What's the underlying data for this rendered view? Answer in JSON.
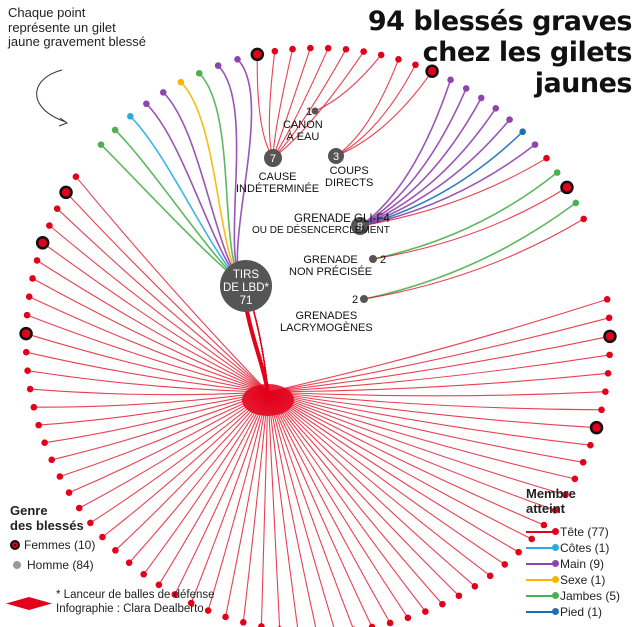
{
  "title": {
    "line1": "94 blessés graves",
    "line2": "chez les gilets",
    "line3": "jaunes"
  },
  "note": "Chaque point représente un gilet jaune gravement blessé",
  "groups": {
    "lbd": {
      "line1": "TIRS",
      "line2": "DE LBD*",
      "count": "71"
    },
    "cause_indeterminee": {
      "count": "7",
      "line1": "CAUSE",
      "line2": "INDÉTERMINÉE"
    },
    "canon_a_eau": {
      "count": "1",
      "line1": "CANON",
      "line2": "À EAU"
    },
    "coups_directs": {
      "count": "3",
      "line1": "COUPS",
      "line2": "DIRECTS"
    },
    "grenade_gli": {
      "count": "8",
      "line1": "GRENADE GLI-F4",
      "line2": "OU DE DÉSENCERCLEMENT"
    },
    "grenade_non_precisee": {
      "count": "2",
      "line1": "GRENADE",
      "line2": "NON PRÉCISÉE"
    },
    "grenades_lacrymogenes": {
      "count": "2",
      "line1": "GRENADES",
      "line2": "LACRYMOGÈNES"
    }
  },
  "legend_gender": {
    "heading_line1": "Genre",
    "heading_line2": "des blessés",
    "women": "Femmes (10)",
    "men": "Homme (84)"
  },
  "legend_body": {
    "heading_line1": "Membre",
    "heading_line2": "atteint",
    "items": [
      {
        "label": "Tête (77)",
        "color": "#e2001a"
      },
      {
        "label": "Côtes (1)",
        "color": "#29abe2"
      },
      {
        "label": "Main (9)",
        "color": "#8e44ad"
      },
      {
        "label": "Sexe (1)",
        "color": "#f7b500"
      },
      {
        "label": "Jambes (5)",
        "color": "#4caf50"
      },
      {
        "label": "Pied (1)",
        "color": "#1f6fb2"
      }
    ]
  },
  "footer": {
    "line1": "* Lanceur de balles de défense",
    "line2": "Infographie : Clara Dealberto"
  },
  "colors": {
    "head": "#e2001a",
    "ribs": "#29abe2",
    "hand": "#8e44ad",
    "genitals": "#f7b500",
    "legs": "#4caf50",
    "foot": "#1f6fb2",
    "node": "#555555"
  },
  "chart_data": {
    "type": "diagram",
    "groups": [
      {
        "name": "TIRS DE LBD*",
        "count": 71
      },
      {
        "name": "CAUSE INDÉTERMINÉE",
        "count": 7
      },
      {
        "name": "CANON À EAU",
        "count": 1
      },
      {
        "name": "COUPS DIRECTS",
        "count": 3
      },
      {
        "name": "GRENADE GLI-F4 OU DE DÉSENCERCLEMENT",
        "count": 8
      },
      {
        "name": "GRENADE NON PRÉCISÉE",
        "count": 2
      },
      {
        "name": "GRENADES LACRYMOGÈNES",
        "count": 2
      }
    ],
    "body_parts": [
      {
        "name": "Tête",
        "count": 77
      },
      {
        "name": "Côtes",
        "count": 1
      },
      {
        "name": "Main",
        "count": 9
      },
      {
        "name": "Sexe",
        "count": 1
      },
      {
        "name": "Jambes",
        "count": 5
      },
      {
        "name": "Pied",
        "count": 1
      }
    ],
    "gender": [
      {
        "name": "Femmes",
        "count": 10
      },
      {
        "name": "Homme",
        "count": 84
      }
    ]
  }
}
